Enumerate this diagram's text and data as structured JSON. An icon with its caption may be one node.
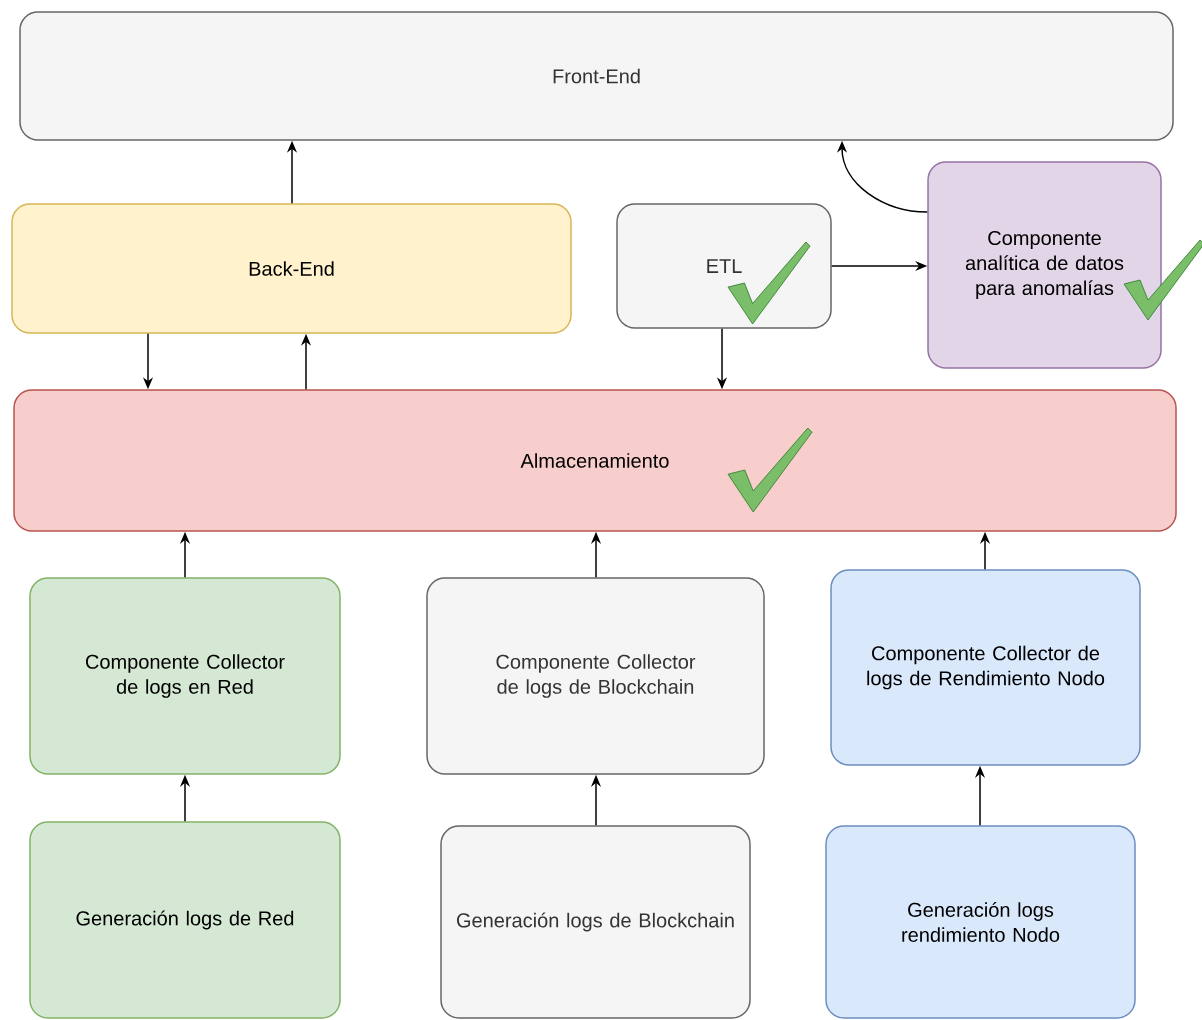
{
  "diagram": {
    "nodes": [
      {
        "text": [
          "Front-End"
        ]
      },
      {
        "text": [
          "Back-End"
        ]
      },
      {
        "text": [
          "ETL"
        ]
      },
      {
        "text": [
          "Componente analítica de datos para anomalías"
        ]
      },
      {
        "text": [
          "Almacenamiento"
        ]
      },
      {
        "text": [
          "Componente Collector de logs en Red"
        ]
      },
      {
        "text": [
          "Componente Collector de logs de Blockchain"
        ]
      },
      {
        "text": [
          "Componente Collector de logs de Rendimiento Nodo"
        ]
      },
      {
        "text": [
          "Generación logs de Red"
        ]
      },
      {
        "text": [
          "Generación logs de Blockchain"
        ]
      },
      {
        "text": [
          "Generación logs rendimiento Nodo"
        ]
      }
    ],
    "edges": [
      {
        "from": 1,
        "to": 0,
        "arrow": "to"
      },
      {
        "from": 1,
        "to": 4,
        "arrow": "to"
      },
      {
        "from": 4,
        "to": 1,
        "arrow": "to"
      },
      {
        "from": 2,
        "to": 4,
        "arrow": "to"
      },
      {
        "from": 2,
        "to": 3,
        "arrow": "to"
      },
      {
        "from": 3,
        "to": 0,
        "arrow": "to"
      },
      {
        "from": 5,
        "to": 4,
        "arrow": "to"
      },
      {
        "from": 6,
        "to": 4,
        "arrow": "to"
      },
      {
        "from": 7,
        "to": 4,
        "arrow": "to"
      },
      {
        "from": 8,
        "to": 5,
        "arrow": "to"
      },
      {
        "from": 9,
        "to": 6,
        "arrow": "to"
      },
      {
        "from": 10,
        "to": 7,
        "arrow": "to"
      }
    ]
  }
}
